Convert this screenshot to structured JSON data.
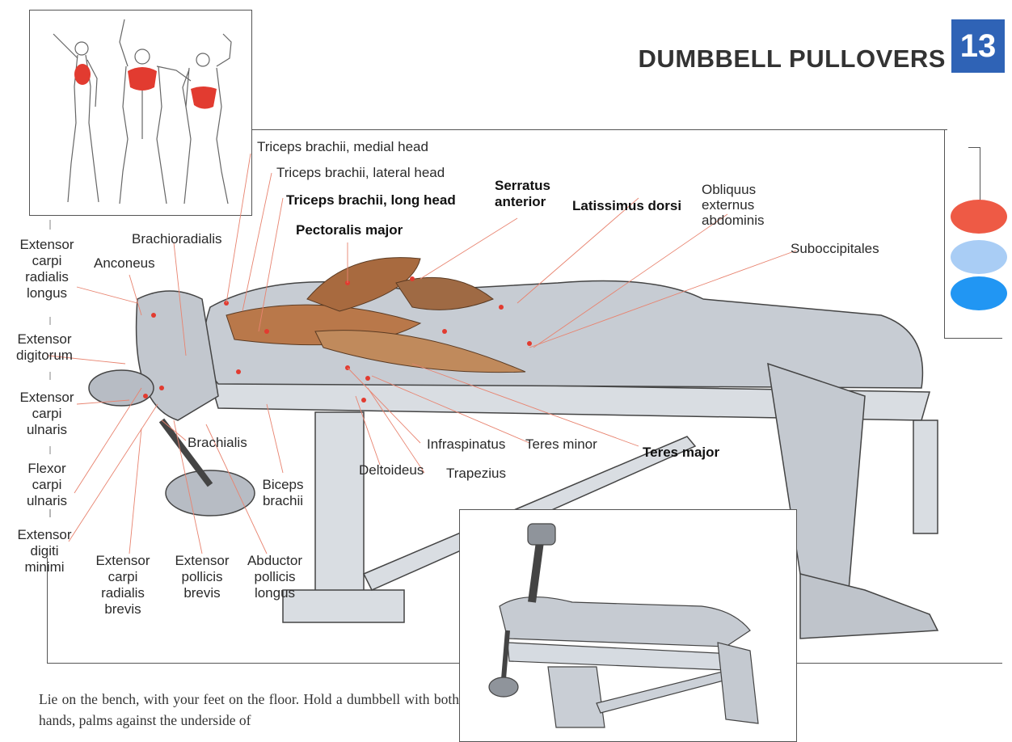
{
  "header": {
    "title": "DUMBBELL PULLOVERS",
    "chapter_number": "13"
  },
  "legend_colors": [
    "#ee5a45",
    "#a9cdf5",
    "#2196f3"
  ],
  "muscle_labels": {
    "triceps_medial": "Triceps brachii, medial head",
    "triceps_lateral": "Triceps brachii, lateral head",
    "triceps_long": "Triceps brachii, long head",
    "serratus_1": "Serratus",
    "serratus_2": "anterior",
    "latissimus": "Latissimus dorsi",
    "obliquus_1": "Obliquus",
    "obliquus_2": "externus",
    "obliquus_3": "abdominis",
    "pectoralis": "Pectoralis major",
    "brachioradialis": "Brachioradialis",
    "suboccipitales": "Suboccipitales",
    "ecrl_1": "Extensor",
    "ecrl_2": "carpi",
    "ecrl_3": "radialis",
    "ecrl_4": "longus",
    "anconeus": "Anconeus",
    "ed_1": "Extensor",
    "ed_2": "digitorum",
    "ecu_1": "Extensor",
    "ecu_2": "carpi",
    "ecu_3": "ulnaris",
    "fcu_1": "Flexor",
    "fcu_2": "carpi",
    "fcu_3": "ulnaris",
    "edm_1": "Extensor",
    "edm_2": "digiti",
    "edm_3": "minimi",
    "brachialis": "Brachialis",
    "infraspinatus": "Infraspinatus",
    "teres_minor": "Teres minor",
    "teres_major": "Teres major",
    "deltoideus": "Deltoideus",
    "trapezius": "Trapezius",
    "biceps_1": "Biceps",
    "biceps_2": "brachii",
    "ecrb_1": "Extensor",
    "ecrb_2": "carpi",
    "ecrb_3": "radialis",
    "ecrb_4": "brevis",
    "epb_1": "Extensor",
    "epb_2": "pollicis",
    "epb_3": "brevis",
    "apl_1": "Abductor",
    "apl_2": "pollicis",
    "apl_3": "longus"
  },
  "body_text": "Lie on the bench, with your feet on the floor. Hold a dumbbell with both hands, palms against the underside of"
}
